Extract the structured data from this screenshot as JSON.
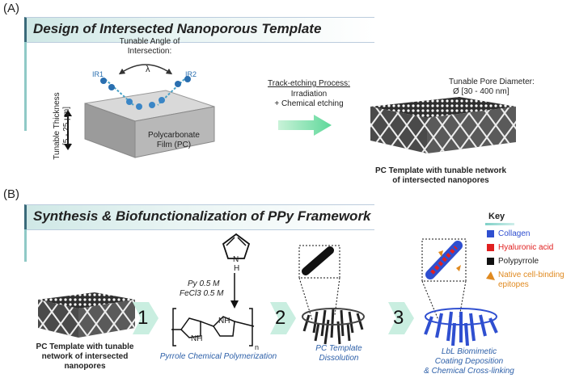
{
  "panelA": {
    "label": "(A)",
    "title": "Design of Intersected Nanoporous Template",
    "angle_label_line1": "Tunable Angle of",
    "angle_label_line2": "Intersection:",
    "lambda": "λ",
    "ir1": "IR1",
    "ir2": "IR2",
    "thickness_line1": "Tunable Thickness",
    "thickness_line2": "[5 - 25 µm]",
    "film_line1": "Polycarbonate",
    "film_line2": "Film (PC)",
    "process_title": "Track-etching Process:",
    "process_line1": "Irradiation",
    "process_line2": "+ Chemical etching",
    "pore_line1": "Tunable Pore Diameter:",
    "pore_line2": "Ø  [30 - 400 nm]",
    "template_line1": "PC Template with tunable network",
    "template_line2": "of intersected nanopores"
  },
  "panelB": {
    "label": "(B)",
    "title": "Synthesis & Biofunctionalization of PPy Framework",
    "pc_line1": "PC Template with tunable",
    "pc_line2": "network of intersected",
    "pc_line3": "nanopores",
    "step1": "1",
    "step2": "2",
    "step3": "3",
    "reagent1": "Py 0.5 M",
    "reagent2": "FeCl3 0.5 M",
    "pyrrole_n": "N",
    "pyrrole_h": "H",
    "polymer_nh": "NH",
    "polymer_n": "n",
    "caption1": "Pyrrole Chemical Polymerization",
    "caption2_line1": "PC Template",
    "caption2_line2": "Dissolution",
    "caption3_line1": "LbL Biomimetic",
    "caption3_line2": "Coating Deposition",
    "caption3_line3": "& Chemical Cross-linking"
  },
  "key": {
    "title": "Key",
    "items": [
      {
        "label": "Collagen",
        "color": "#2f4fd0"
      },
      {
        "label": "Hyaluronic acid",
        "color": "#e02020"
      },
      {
        "label": "Polypyrrole",
        "color": "#111111"
      },
      {
        "label": "Native cell-binding",
        "color": "#e08a20"
      },
      {
        "label": "epitopes",
        "color": "#e08a20"
      }
    ]
  }
}
